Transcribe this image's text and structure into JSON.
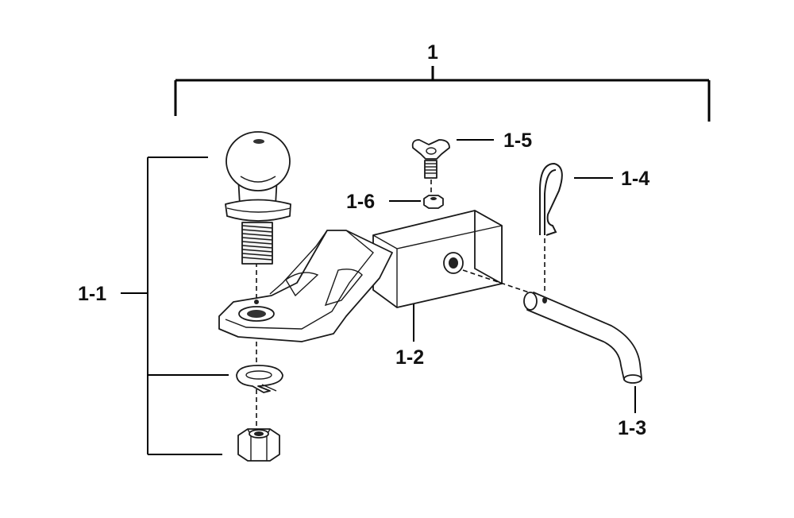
{
  "labels": {
    "assembly": "1",
    "ball_mount_kit": "1-1",
    "ball_mount": "1-2",
    "hitch_pin": "1-3",
    "clip": "1-4",
    "wing_bolt": "1-5",
    "nut": "1-6"
  }
}
